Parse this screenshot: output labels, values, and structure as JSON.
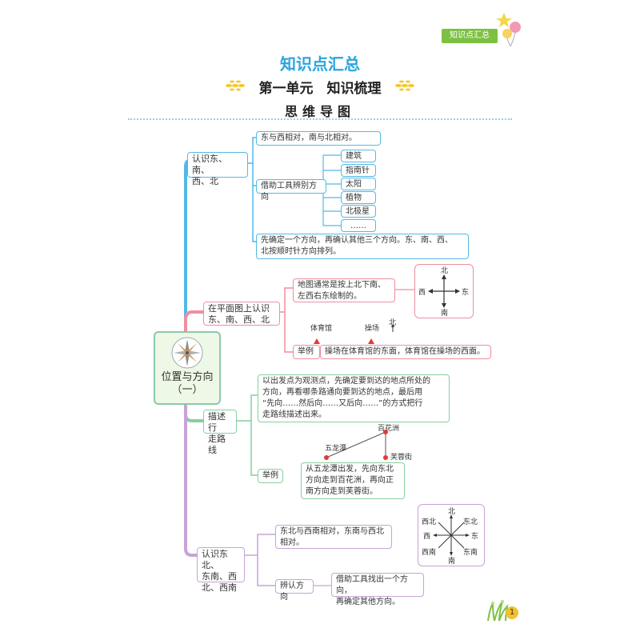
{
  "header": {
    "tag": "知识点汇总",
    "main_title": "知识点汇总",
    "unit_title": "第一单元　知识梳理",
    "mind_map_title": "思维导图"
  },
  "center": {
    "line1": "位置与方向",
    "line2": "（一）"
  },
  "branch1": {
    "topic": [
      "认识东、南、",
      "西、北"
    ],
    "fact": "东与西相对，南与北相对。",
    "tools_label": "借助工具辨别方向",
    "tools": [
      "建筑",
      "指南针",
      "太阳",
      "植物",
      "北极星",
      "……"
    ],
    "rule": [
      "先确定一个方向，再确认其他三个方向。东、南、西、",
      "北按顺时针方向排列。"
    ]
  },
  "branch2": {
    "topic": [
      "在平面图上认识",
      "东、南、西、北"
    ],
    "rule": [
      "地图通常是按上北下南、",
      "左西右东绘制的。"
    ],
    "compass": {
      "north": "北",
      "south": "南",
      "east": "东",
      "west": "西"
    },
    "example_label": "举例",
    "places": {
      "a": "体育馆",
      "b": "操场",
      "north": "北"
    },
    "example": "操场在体育馆的东面，体育馆在操场的西面。"
  },
  "branch3": {
    "topic": [
      "描述行",
      "走路线"
    ],
    "rule": [
      "以出发点为观测点，先确定要到达的地点所处的",
      "方向，再看哪条路通向要到达的地点，最后用",
      "“先向……然后向……又后向……”的方式把行",
      "走路线描述出来。"
    ],
    "example_label": "举例",
    "places": {
      "a": "五龙潭",
      "b": "百花洲",
      "c": "芙蓉街"
    },
    "example": [
      "从五龙潭出发，先向东北",
      "方向走到百花洲，再向正",
      "南方向走到芙蓉街。"
    ]
  },
  "branch4": {
    "topic": [
      "认识东北、",
      "东南、西",
      "北、西南"
    ],
    "rule": [
      "东北与西南相对，东南与西北",
      "相对。"
    ],
    "compass": {
      "n": "北",
      "s": "南",
      "e": "东",
      "w": "西",
      "ne": "东北",
      "nw": "西北",
      "se": "东南",
      "sw": "西南"
    },
    "identify_label": "辨认方向",
    "identify": [
      "借助工具找出一个方向，",
      "再确定其他方向。"
    ]
  },
  "page_number": "1",
  "colors": {
    "blue": "#53b9e6",
    "pink": "#ef8ea0",
    "green": "#86cf9e",
    "purple": "#c8a3d6",
    "title": "#2aa5de",
    "tag": "#7cc142"
  }
}
